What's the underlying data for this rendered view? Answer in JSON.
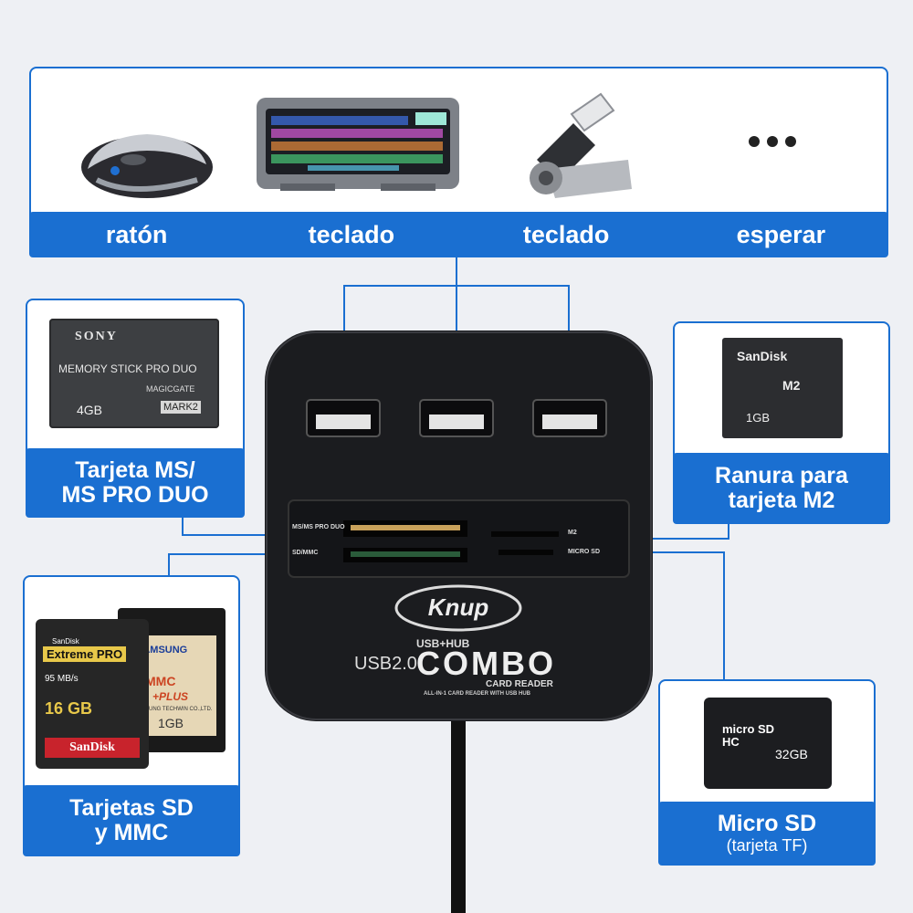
{
  "top": {
    "items": [
      {
        "label": "ratón",
        "icon": "mouse-icon"
      },
      {
        "label": "teclado",
        "icon": "keyboard-icon"
      },
      {
        "label": "teclado",
        "icon": "usb-flash-drive-icon"
      },
      {
        "label": "esperar",
        "icon": "ellipsis-icon"
      }
    ]
  },
  "ms_card": {
    "label_line1": "Tarjeta MS/",
    "label_line2": "MS PRO DUO",
    "brand": "SONY",
    "model": "MEMORY STICK PRO DUO",
    "gate": "MAGICGATE",
    "capacity": "4GB",
    "mark": "MARK2"
  },
  "m2_card": {
    "label_line1": "Ranura para",
    "label_line2": "tarjeta M2",
    "brand": "SanDisk",
    "type": "M2",
    "capacity": "1GB"
  },
  "sd_card": {
    "label_line1": "Tarjetas SD",
    "label_line2": "y MMC",
    "sd_brand": "SanDisk",
    "sd_line": "Extreme PRO",
    "sd_speed": "95 MB/s",
    "sd_capacity": "16 GB",
    "sd_footer": "SanDisk",
    "mmc_brand": "SAMSUNG",
    "mmc_type": "MMC",
    "mmc_plus": "+PLUS",
    "mmc_maker": "SUNG TECHWIN CO.,LTD.",
    "mmc_capacity": "1GB"
  },
  "micro_sd": {
    "label_line1": "Micro SD",
    "label_line2": "(tarjeta TF)",
    "logo": "micro SD HC",
    "capacity": "32GB"
  },
  "hub": {
    "slot_ms": "MS/MS PRO DUO",
    "slot_sd": "SD/MMC",
    "slot_m2": "M2",
    "slot_micro": "MICRO SD",
    "brand": "Knup",
    "usbhub": "USB+HUB",
    "usb": "USB2.0",
    "combo": "COMBO",
    "reader": "CARD READER",
    "allinone": "ALL-IN-1 CARD READER WITH USB HUB"
  }
}
